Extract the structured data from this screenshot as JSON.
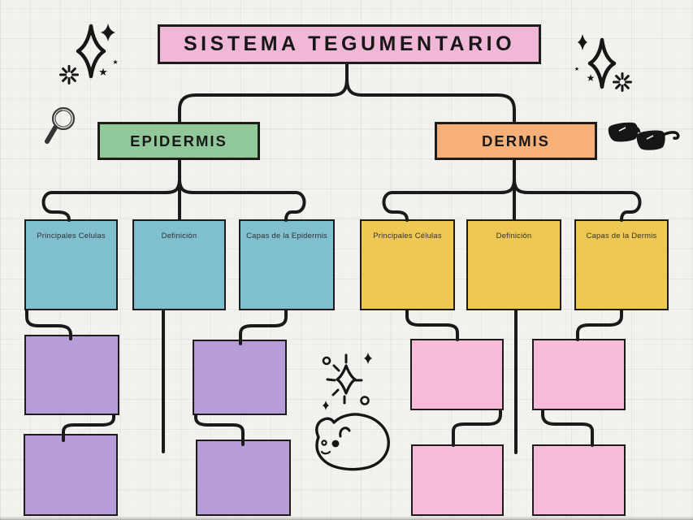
{
  "document": {
    "type": "concept-map",
    "background": "#f3f2ef",
    "connector_color": "#1a1a1a"
  },
  "title": {
    "label": "SISTEMA TEGUMENTARIO",
    "fill": "#f1b7d6"
  },
  "branches": [
    {
      "label": "EPIDERMIS",
      "fill": "#90c89a",
      "topic_fill": "#7fbfcf",
      "note_fill": "#b79dd8",
      "empty_note_boxes": 4,
      "topics": [
        {
          "label": "Principales Celulas"
        },
        {
          "label": "Definición"
        },
        {
          "label": "Capas de la Epidermis"
        }
      ]
    },
    {
      "label": "DERMIS",
      "fill": "#f7b178",
      "topic_fill": "#eec851",
      "note_fill": "#f6bcd9",
      "empty_note_boxes": 4,
      "topics": [
        {
          "label": "Principales Células"
        },
        {
          "label": "Definición"
        },
        {
          "label": "Capas de la Dermis"
        }
      ]
    }
  ],
  "decorations": [
    {
      "name": "sparkle-cluster-top-left"
    },
    {
      "name": "sparkle-cluster-top-right"
    },
    {
      "name": "magnifier-doodle"
    },
    {
      "name": "glasses-doodle"
    },
    {
      "name": "sparkle-burst-doodle"
    },
    {
      "name": "hamster-doodle"
    }
  ]
}
